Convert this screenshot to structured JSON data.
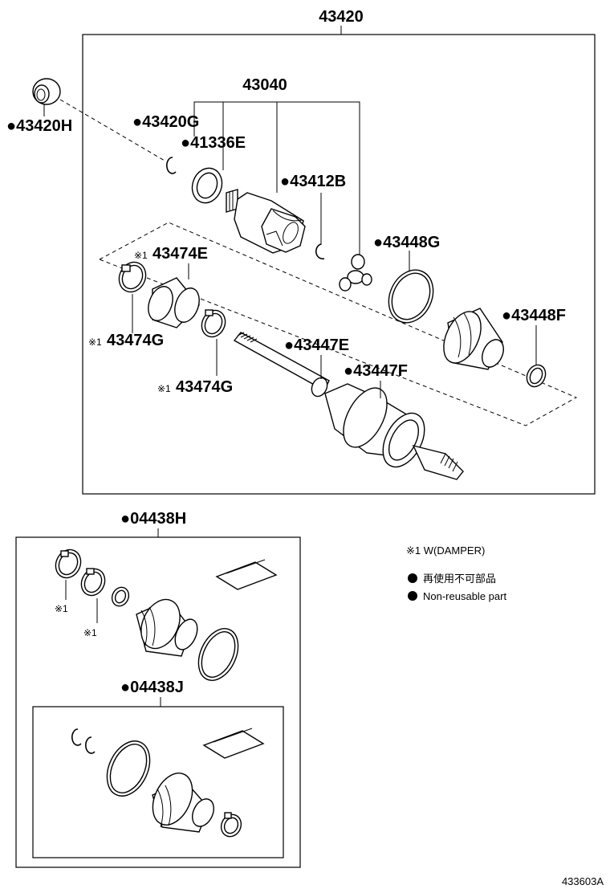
{
  "assembly": {
    "main_number": "43420",
    "sub_number": "43040",
    "kit_h": "●04438H",
    "kit_j": "●04438J"
  },
  "parts": {
    "p43420H": "●43420H",
    "p43420G": "●43420G",
    "p41336E": "●41336E",
    "p43412B": "●43412B",
    "p43448G": "●43448G",
    "p43474E": "43474E",
    "p43474G_a": "43474G",
    "p43474G_b": "43474G",
    "p43447E": "●43447E",
    "p43447F": "●43447F",
    "p43448F": "●43448F"
  },
  "marks": {
    "star1": "※1",
    "star1_a": "※1",
    "star1_b": "※1",
    "star1_c": "※1",
    "star1_d": "※1",
    "star1_e": "※1"
  },
  "legend": {
    "damper": "※1 W(DAMPER)",
    "jp": "再使用不可部品",
    "en": "Non-reusable part"
  },
  "figure_id": "433603A"
}
